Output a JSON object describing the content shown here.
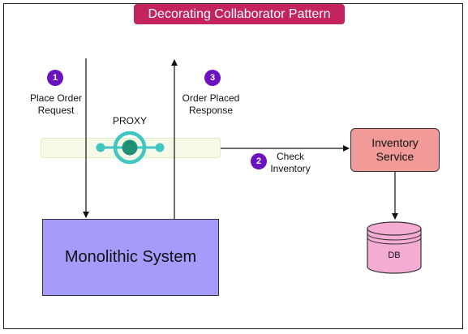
{
  "title": "Decorating Collaborator Pattern",
  "steps": [
    {
      "number": "1",
      "line1": "Place Order",
      "line2": "Request"
    },
    {
      "number": "2",
      "line1": "Check",
      "line2": "Inventory"
    },
    {
      "number": "3",
      "line1": "Order Placed",
      "line2": "Response"
    }
  ],
  "proxy_label": "PROXY",
  "monolith_label": "Monolithic System",
  "inventory": {
    "line1": "Inventory",
    "line2": "Service"
  },
  "db_label": "DB",
  "colors": {
    "title_bg": "#c3245f",
    "badge": "#6a12c2",
    "monolith": "#a59bfa",
    "inventory": "#f19a97",
    "db": "#f4acd5",
    "proxy_icon": "#3fc6c0"
  }
}
